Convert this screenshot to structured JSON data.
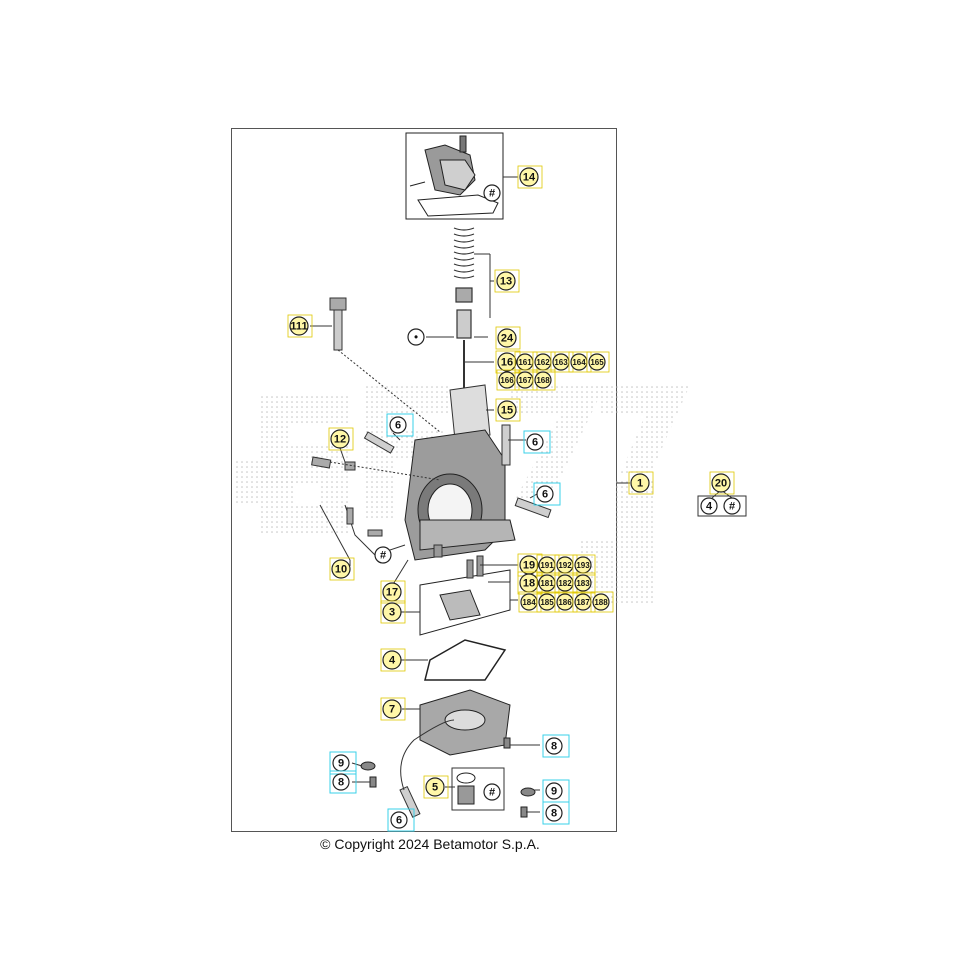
{
  "copyright": "© Copyright 2024 Betamotor S.p.A.",
  "watermark_dots_color": "#c8c8c8",
  "callout_fill_yellow": "#fff7a8",
  "callout_border_yellow": "#e0c800",
  "callout_border_cyan": "#3ad0e8",
  "callouts": {
    "c14": "14",
    "c13": "13",
    "c111": "111",
    "c24": "24",
    "c16": "16",
    "c161": "161",
    "c162": "162",
    "c163": "163",
    "c164": "164",
    "c165": "165",
    "c166": "166",
    "c167": "167",
    "c168": "168",
    "c15": "15",
    "c6a": "6",
    "c6b": "6",
    "c6c": "6",
    "c6d": "6",
    "c12": "12",
    "c1": "1",
    "c20": "20",
    "c20_4": "4",
    "c20_hash": "#",
    "c10": "10",
    "c10_hash": "#",
    "c17": "17",
    "c19": "19",
    "c191": "191",
    "c192": "192",
    "c193": "193",
    "c18": "18",
    "c181": "181",
    "c182": "182",
    "c183": "183",
    "c184": "184",
    "c185": "185",
    "c186": "186",
    "c187": "187",
    "c188": "188",
    "c3": "3",
    "c4": "4",
    "c7": "7",
    "c8a": "8",
    "c9a": "9",
    "c8b": "8",
    "c5": "5",
    "c5_hash": "#",
    "c9b": "9",
    "c8c": "8",
    "c14_hash": "#",
    "c24_dot": "•"
  }
}
